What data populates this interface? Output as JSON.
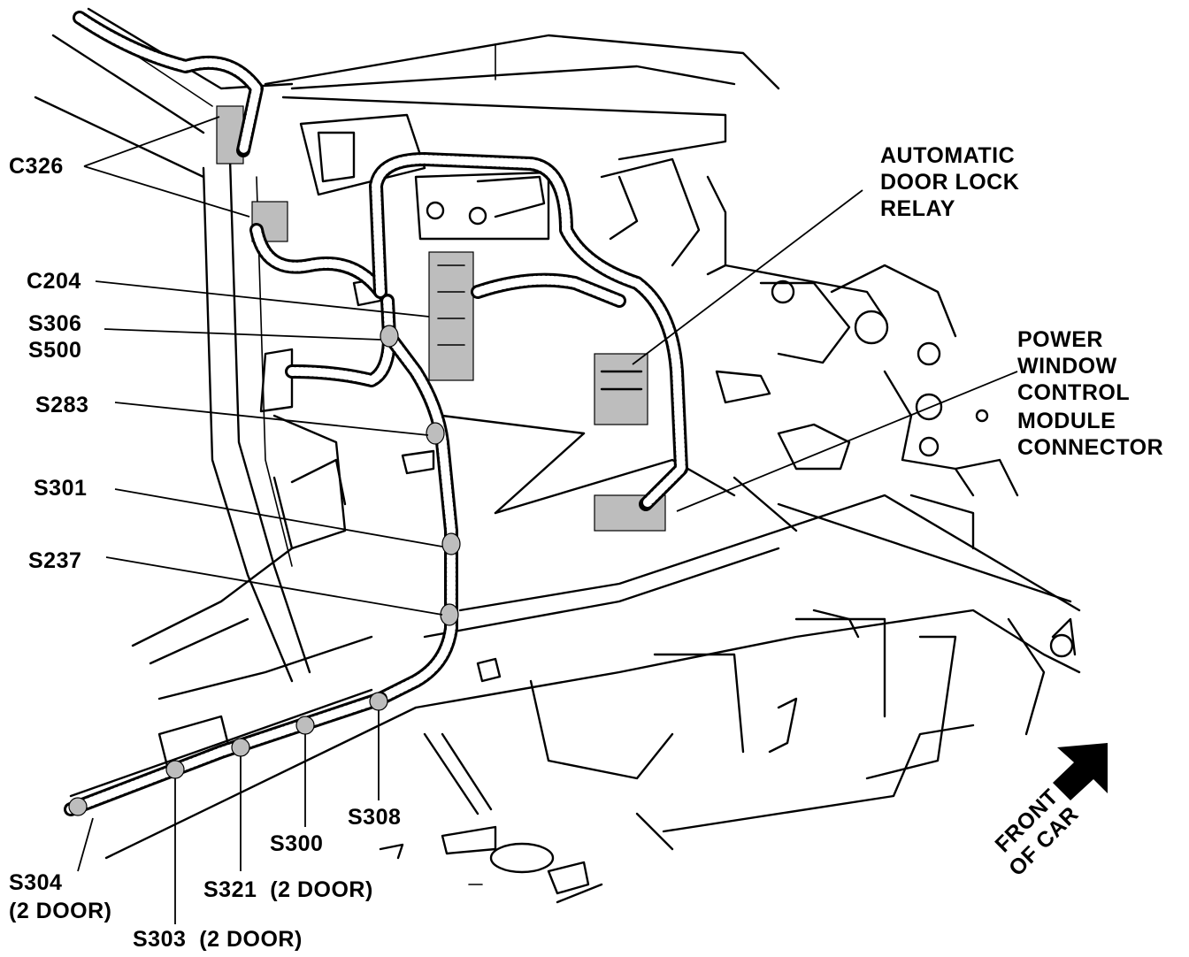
{
  "labels": {
    "c326": "C326",
    "c204": "C204",
    "s306": "S306",
    "s500": "S500",
    "s283": "S283",
    "s301": "S301",
    "s237": "S237",
    "s304": "S304",
    "s304_note": "(2 DOOR)",
    "s303": "S303  (2 DOOR)",
    "s321": "S321  (2 DOOR)",
    "s300": "S300",
    "s308": "S308",
    "relay_line1": "AUTOMATIC",
    "relay_line2": "DOOR LOCK",
    "relay_line3": "RELAY",
    "pwm_line1": "POWER",
    "pwm_line2": "WINDOW",
    "pwm_line3": "CONTROL",
    "pwm_line4": "MODULE",
    "pwm_line5": "CONNECTOR",
    "front_line1": "FRONT",
    "front_line2": "OF CAR"
  }
}
